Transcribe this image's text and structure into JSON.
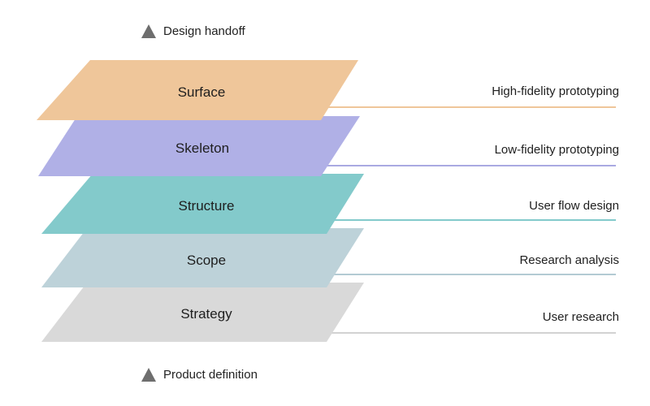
{
  "top_marker": {
    "label": "Design handoff",
    "icon": "triangle-up-icon"
  },
  "bottom_marker": {
    "label": "Product definition",
    "icon": "triangle-up-icon"
  },
  "layers": [
    {
      "name": "Surface",
      "activity": "High-fidelity prototyping",
      "color": "#efc69a",
      "line_color": "#efc69a"
    },
    {
      "name": "Skeleton",
      "activity": "Low-fidelity prototyping",
      "color": "#b0b0e6",
      "line_color": "#a9a9e2"
    },
    {
      "name": "Structure",
      "activity": "User flow design",
      "color": "#83cacb",
      "line_color": "#83cacb"
    },
    {
      "name": "Scope",
      "activity": "Research analysis",
      "color": "#bdd2d9",
      "line_color": "#b3cbd3"
    },
    {
      "name": "Strategy",
      "activity": "User research",
      "color": "#d9d9d9",
      "line_color": "#d2d2d2"
    }
  ]
}
